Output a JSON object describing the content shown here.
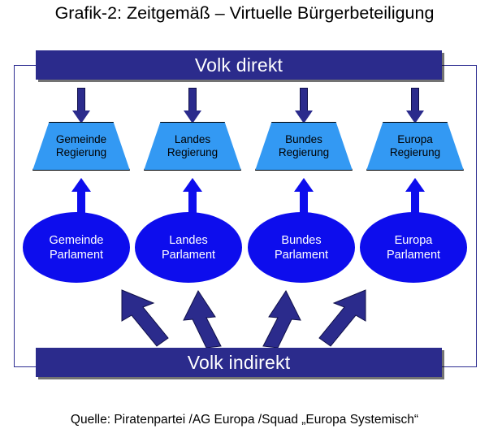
{
  "page": {
    "title": "Grafik-2: Zeitgemäß – Virtuelle Bürgerbeteiligung",
    "source_note": "Quelle:  Piratenpartei  /AG Europa  /Squad „Europa Systemisch“"
  },
  "colors": {
    "navy": "#2b2b8c",
    "bright_blue": "#0d0ded",
    "light_blue": "#3399f3",
    "white": "#ffffff",
    "black": "#000000"
  },
  "diagram": {
    "top_banner": {
      "label": "Volk direkt"
    },
    "bottom_banner": {
      "label": "Volk indirekt"
    },
    "government_row": [
      {
        "line1": "Gemeinde",
        "line2": "Regierung"
      },
      {
        "line1": "Landes",
        "line2": "Regierung"
      },
      {
        "line1": "Bundes",
        "line2": "Regierung"
      },
      {
        "line1": "Europa",
        "line2": "Regierung"
      }
    ],
    "parliament_row": [
      {
        "line1": "Gemeinde",
        "line2": "Parlament"
      },
      {
        "line1": "Landes",
        "line2": "Parlament"
      },
      {
        "line1": "Bundes",
        "line2": "Parlament"
      },
      {
        "line1": "Europa",
        "line2": "Parlament"
      }
    ]
  }
}
